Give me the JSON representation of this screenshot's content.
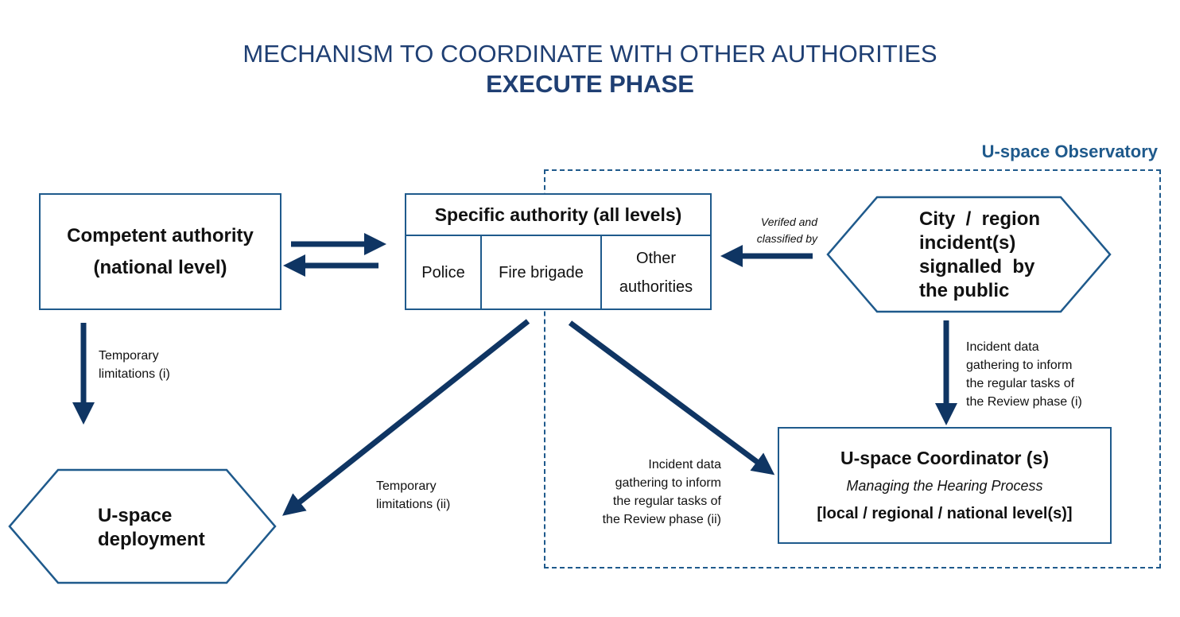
{
  "title": {
    "line1": "MECHANISM TO COORDINATE WITH OTHER AUTHORITIES",
    "line2": "EXECUTE PHASE"
  },
  "observatory": {
    "label": "U-space Observatory"
  },
  "competent_authority": {
    "line1": "Competent authority",
    "line2": "(national level)"
  },
  "specific_authority": {
    "title": "Specific authority (all levels)",
    "cells": [
      "Police",
      "Fire brigade",
      "Other authorities"
    ]
  },
  "city_incident": {
    "lines": [
      "City  /  region",
      "incident(s)",
      "signalled  by",
      "the public"
    ]
  },
  "coordinator": {
    "title": "U-space Coordinator (s)",
    "subtitle": "Managing the Hearing Process",
    "levels": "[local / regional / national level(s)]"
  },
  "deployment": {
    "lines": [
      "U-space",
      "deployment"
    ]
  },
  "labels": {
    "verified": [
      "Verifed and",
      "classified by"
    ],
    "temp_i": [
      "Temporary",
      "limitations (i)"
    ],
    "temp_ii": [
      "Temporary",
      "limitations (ii)"
    ],
    "data_i": [
      "Incident data",
      "gathering to inform",
      "the regular tasks of",
      "the Review phase (i)"
    ],
    "data_ii": [
      "Incident data",
      "gathering to inform",
      "the regular tasks of",
      "the Review phase (ii)"
    ]
  },
  "colors": {
    "arrow": "#0f3563",
    "border": "#1f5a8c",
    "title": "#1f3f73"
  }
}
